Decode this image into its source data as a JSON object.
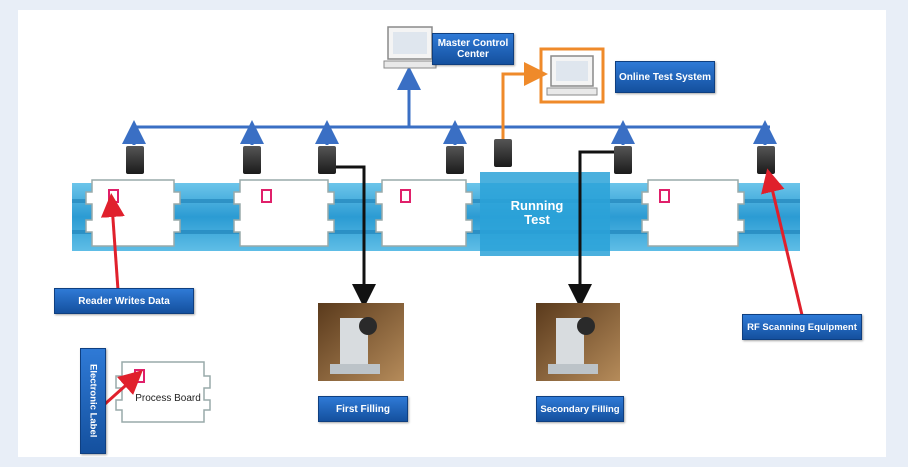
{
  "labels": {
    "master_control": "Master Control Center",
    "online_test": "Online Test System",
    "running_test": "Running Test",
    "reader_writes": "Reader Writes Data",
    "rf_scanning": "RF Scanning Equipment",
    "first_filling": "First Filling",
    "secondary_filling": "Secondary Filling",
    "electronic_label": "Electronic Label",
    "process_board": "Process Board"
  },
  "colors": {
    "bus_line": "#3a6fc4",
    "belt": "#3aa8d9",
    "label_bg": "#1f62b8",
    "red_arrow": "#e0202c",
    "orange_link": "#ef8a2a",
    "black_link": "#111111"
  }
}
